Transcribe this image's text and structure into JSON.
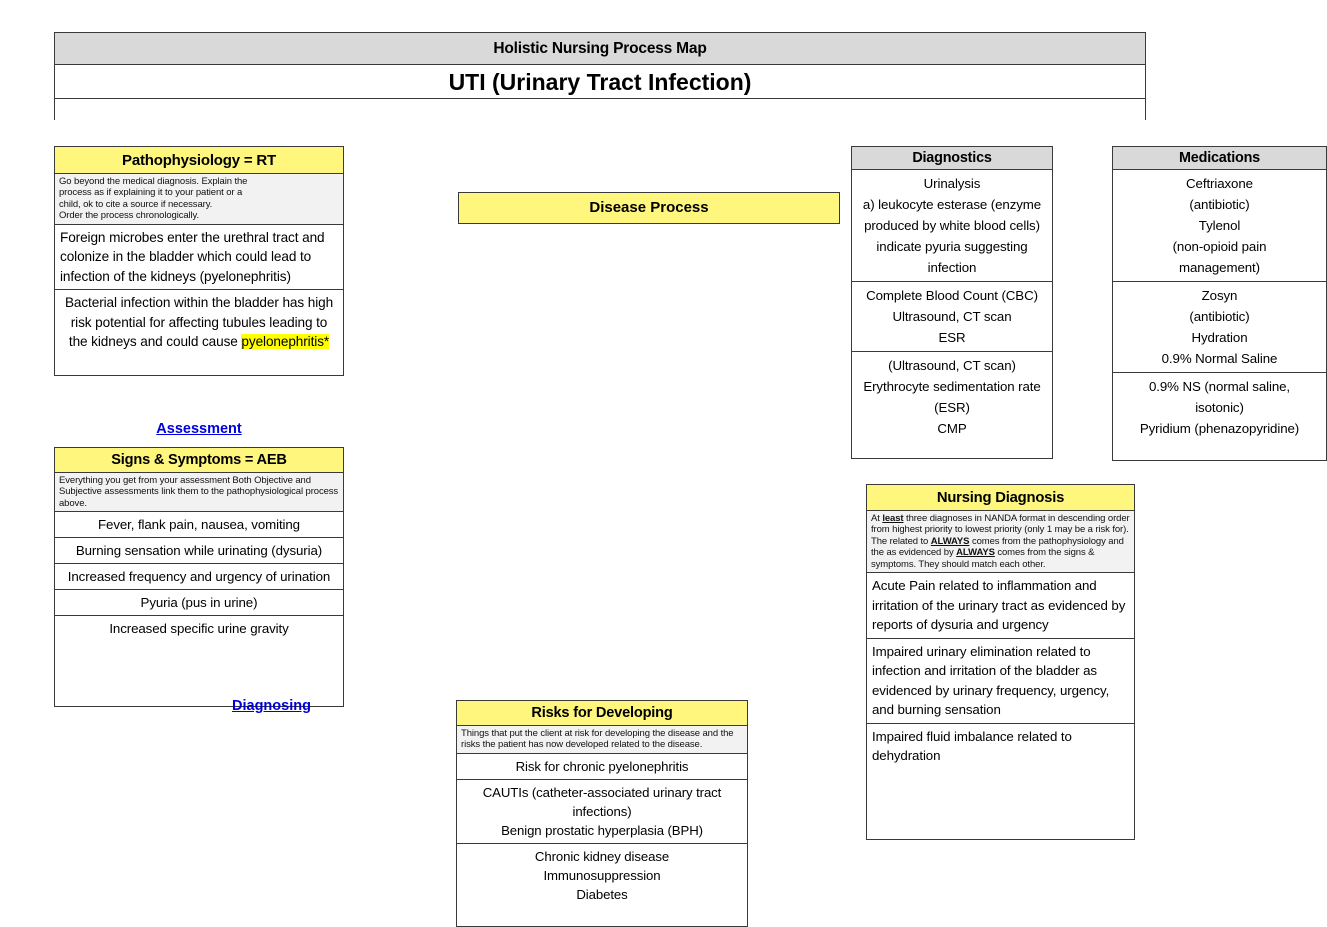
{
  "title_block": {
    "subtitle": "Holistic Nursing Process Map",
    "title": "UTI (Urinary Tract Infection)",
    "spacer": ""
  },
  "colors": {
    "header_gray": "#d9d9d9",
    "header_yellow": "#fff77d",
    "instruction_gray": "#f2f2f2",
    "link_blue": "#0000dd",
    "highlight_yellow": "#ffff00",
    "border": "#3a3a3a"
  },
  "pathophysiology": {
    "header": "Pathophysiology = RT",
    "instruction_line1_a": "Go beyond the medical diagnosis. E",
    "instruction_line1_b": "xplain the",
    "instruction_line2": "process as if explaining it to your patient or a",
    "instruction_line3": "child, ok to cite a source if necessary.",
    "instruction_line4": "Order the process chronologically.",
    "rows": [
      "Foreign microbes enter the urethral tract and colonize in the bladder which could lead to infection of the kidneys (pyelonephritis)",
      "Bacterial infection within the bladder has high risk potential for affecting tubules leading to the kidneys and could cause "
    ],
    "row2_highlight": "pyelonephritis*"
  },
  "assessment_label": "Assessment",
  "diagnosing_label": "Diagnosing",
  "signs_symptoms": {
    "header": "Signs & Symptoms = AEB",
    "instruction": "Everything you get from your assessment Both Objective and Subjective assessments link them to the pathophysiological process above.",
    "rows": [
      "Fever, flank pain, nausea, vomiting",
      "Burning sensation while urinating (dysuria)",
      "Increased frequency and urgency of urination",
      "Pyuria (pus in urine)",
      "Increased specific urine gravity"
    ]
  },
  "disease_process": {
    "label": "Disease Process"
  },
  "risks": {
    "header": "Risks for Developing",
    "instruction": "Things that put the client at risk for developing the disease and the risks the patient has now developed related to the disease.",
    "rows": [
      "Risk for chronic pyelonephritis",
      "CAUTIs (catheter-associated urinary tract infections)\nBenign prostatic hyperplasia (BPH)",
      "Chronic kidney disease\nImmunosuppression\nDiabetes"
    ]
  },
  "diagnostics": {
    "header": "Diagnostics",
    "rows": [
      "Urinalysis\na) leukocyte esterase (enzyme produced by white blood cells) indicate pyuria suggesting infection",
      "Complete Blood Count (CBC)\nUltrasound, CT scan\nESR",
      "(Ultrasound, CT scan)\nErythrocyte sedimentation rate (ESR)\nCMP"
    ]
  },
  "medications": {
    "header": "Medications",
    "rows": [
      "Ceftriaxone\n(antibiotic)\nTylenol\n(non-opioid pain\nmanagement)",
      "Zosyn\n(antibiotic)\nHydration\n0.9% Normal Saline",
      "0.9% NS (normal saline,\nisotonic)\nPyridium (phenazopyridine)"
    ]
  },
  "nursing_diagnosis": {
    "header": "Nursing Diagnosis",
    "instruction_parts": [
      {
        "t": "At ",
        "b": false
      },
      {
        "t": "least",
        "b": true
      },
      {
        "t": " three diagnoses in NANDA format in descending order from highest priority to lowest priority (only 1 may be a risk for). The related to ",
        "b": false
      },
      {
        "t": "ALWAYS",
        "b": true
      },
      {
        "t": " comes from the pathophysiology and the as evidenced by ",
        "b": false
      },
      {
        "t": "ALWAYS",
        "b": true
      },
      {
        "t": " comes from the signs & symptoms. They should match each other.",
        "b": false
      }
    ],
    "rows": [
      "Acute Pain related to inflammation and irritation of the urinary tract as evidenced by reports of dysuria and urgency",
      "Impaired urinary elimination related to infection and irritation of the bladder as evidenced by urinary frequency, urgency, and burning sensation",
      "Impaired fluid imbalance related to dehydration"
    ]
  }
}
